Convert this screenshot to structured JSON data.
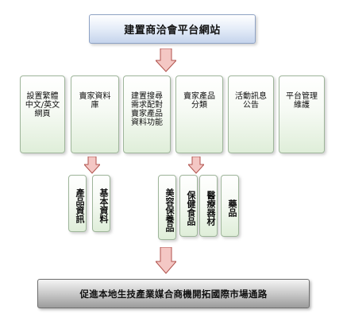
{
  "top_title": "建置商洽會平台網站",
  "categories": [
    {
      "label": "設置繁體\n中文/英文\n網頁"
    },
    {
      "label": "賣家資料\n庫"
    },
    {
      "label": "建置搜尋\n需求配對\n賣家產品\n資料功能"
    },
    {
      "label": "賣家產品\n分類"
    },
    {
      "label": "活動訊息\n公告"
    },
    {
      "label": "平台管理\n維護"
    }
  ],
  "database_subitems": [
    {
      "label": "產品資訊"
    },
    {
      "label": "基本資料"
    }
  ],
  "product_subitems": [
    {
      "label": "美容保養品"
    },
    {
      "label": "保健食品"
    },
    {
      "label": "醫療器材"
    },
    {
      "label": "藥品"
    }
  ],
  "bottom_title": "促進本地生技產業媒合商機開拓國際市場通路",
  "colors": {
    "arrow_fill": "#f4c7c4",
    "arrow_stroke": "#b0524c",
    "box_border": "#9eb59a"
  }
}
